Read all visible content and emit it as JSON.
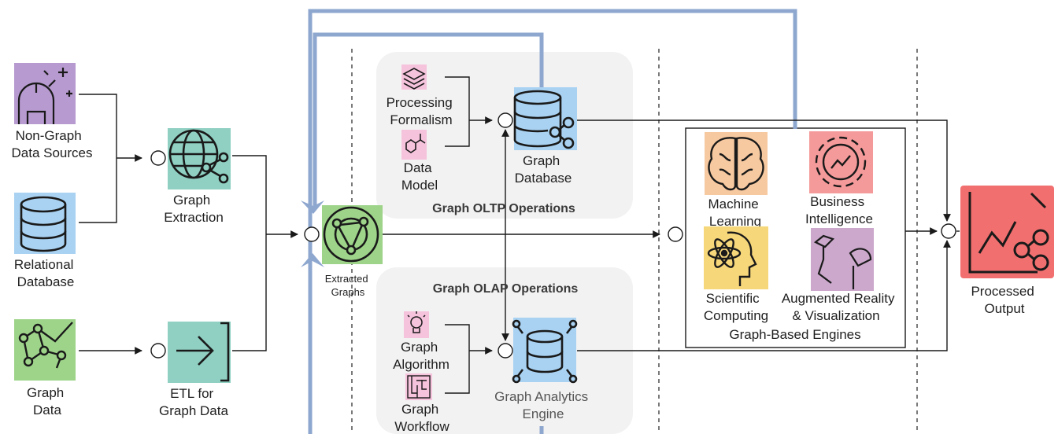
{
  "colors": {
    "purple": "#b79ad0",
    "teal": "#8fd0c2",
    "blue": "#a9d2f2",
    "green": "#9ed48a",
    "pink": "#f5c3dc",
    "orange": "#f7c9a0",
    "red_pink": "#f59a9a",
    "yellow": "#f6d77a",
    "mauve": "#cba8cc",
    "salmon": "#f26f6f",
    "panel": "#f2f2f2",
    "feedback": "#8ea7cf"
  },
  "sources": {
    "non_graph": [
      "Non-Graph",
      "Data Sources"
    ],
    "relational": [
      "Relational",
      "Database"
    ],
    "graph_data": [
      "Graph",
      "Data"
    ]
  },
  "extraction": {
    "graph_extraction": [
      "Graph",
      "Extraction"
    ],
    "etl": [
      "ETL for",
      "Graph Data"
    ]
  },
  "extracted": [
    "Extracted",
    "Graphs"
  ],
  "oltp": {
    "title": "Graph OLTP Operations",
    "processing": [
      "Processing",
      "Formalism"
    ],
    "data_model": [
      "Data",
      "Model"
    ],
    "graph_database": [
      "Graph",
      "Database"
    ]
  },
  "olap": {
    "title": "Graph OLAP Operations",
    "algorithm": [
      "Graph",
      "Algorithm"
    ],
    "workflow": [
      "Graph",
      "Workflow"
    ],
    "engine": [
      "Graph Analytics",
      "Engine"
    ]
  },
  "engines": {
    "title": "Graph-Based Engines",
    "ml": [
      "Machine",
      "Learning"
    ],
    "bi": [
      "Business",
      "Intelligence"
    ],
    "sci": [
      "Scientific",
      "Computing"
    ],
    "ar": [
      "Augmented Reality",
      "& Visualization"
    ]
  },
  "output": [
    "Processed",
    "Output"
  ]
}
